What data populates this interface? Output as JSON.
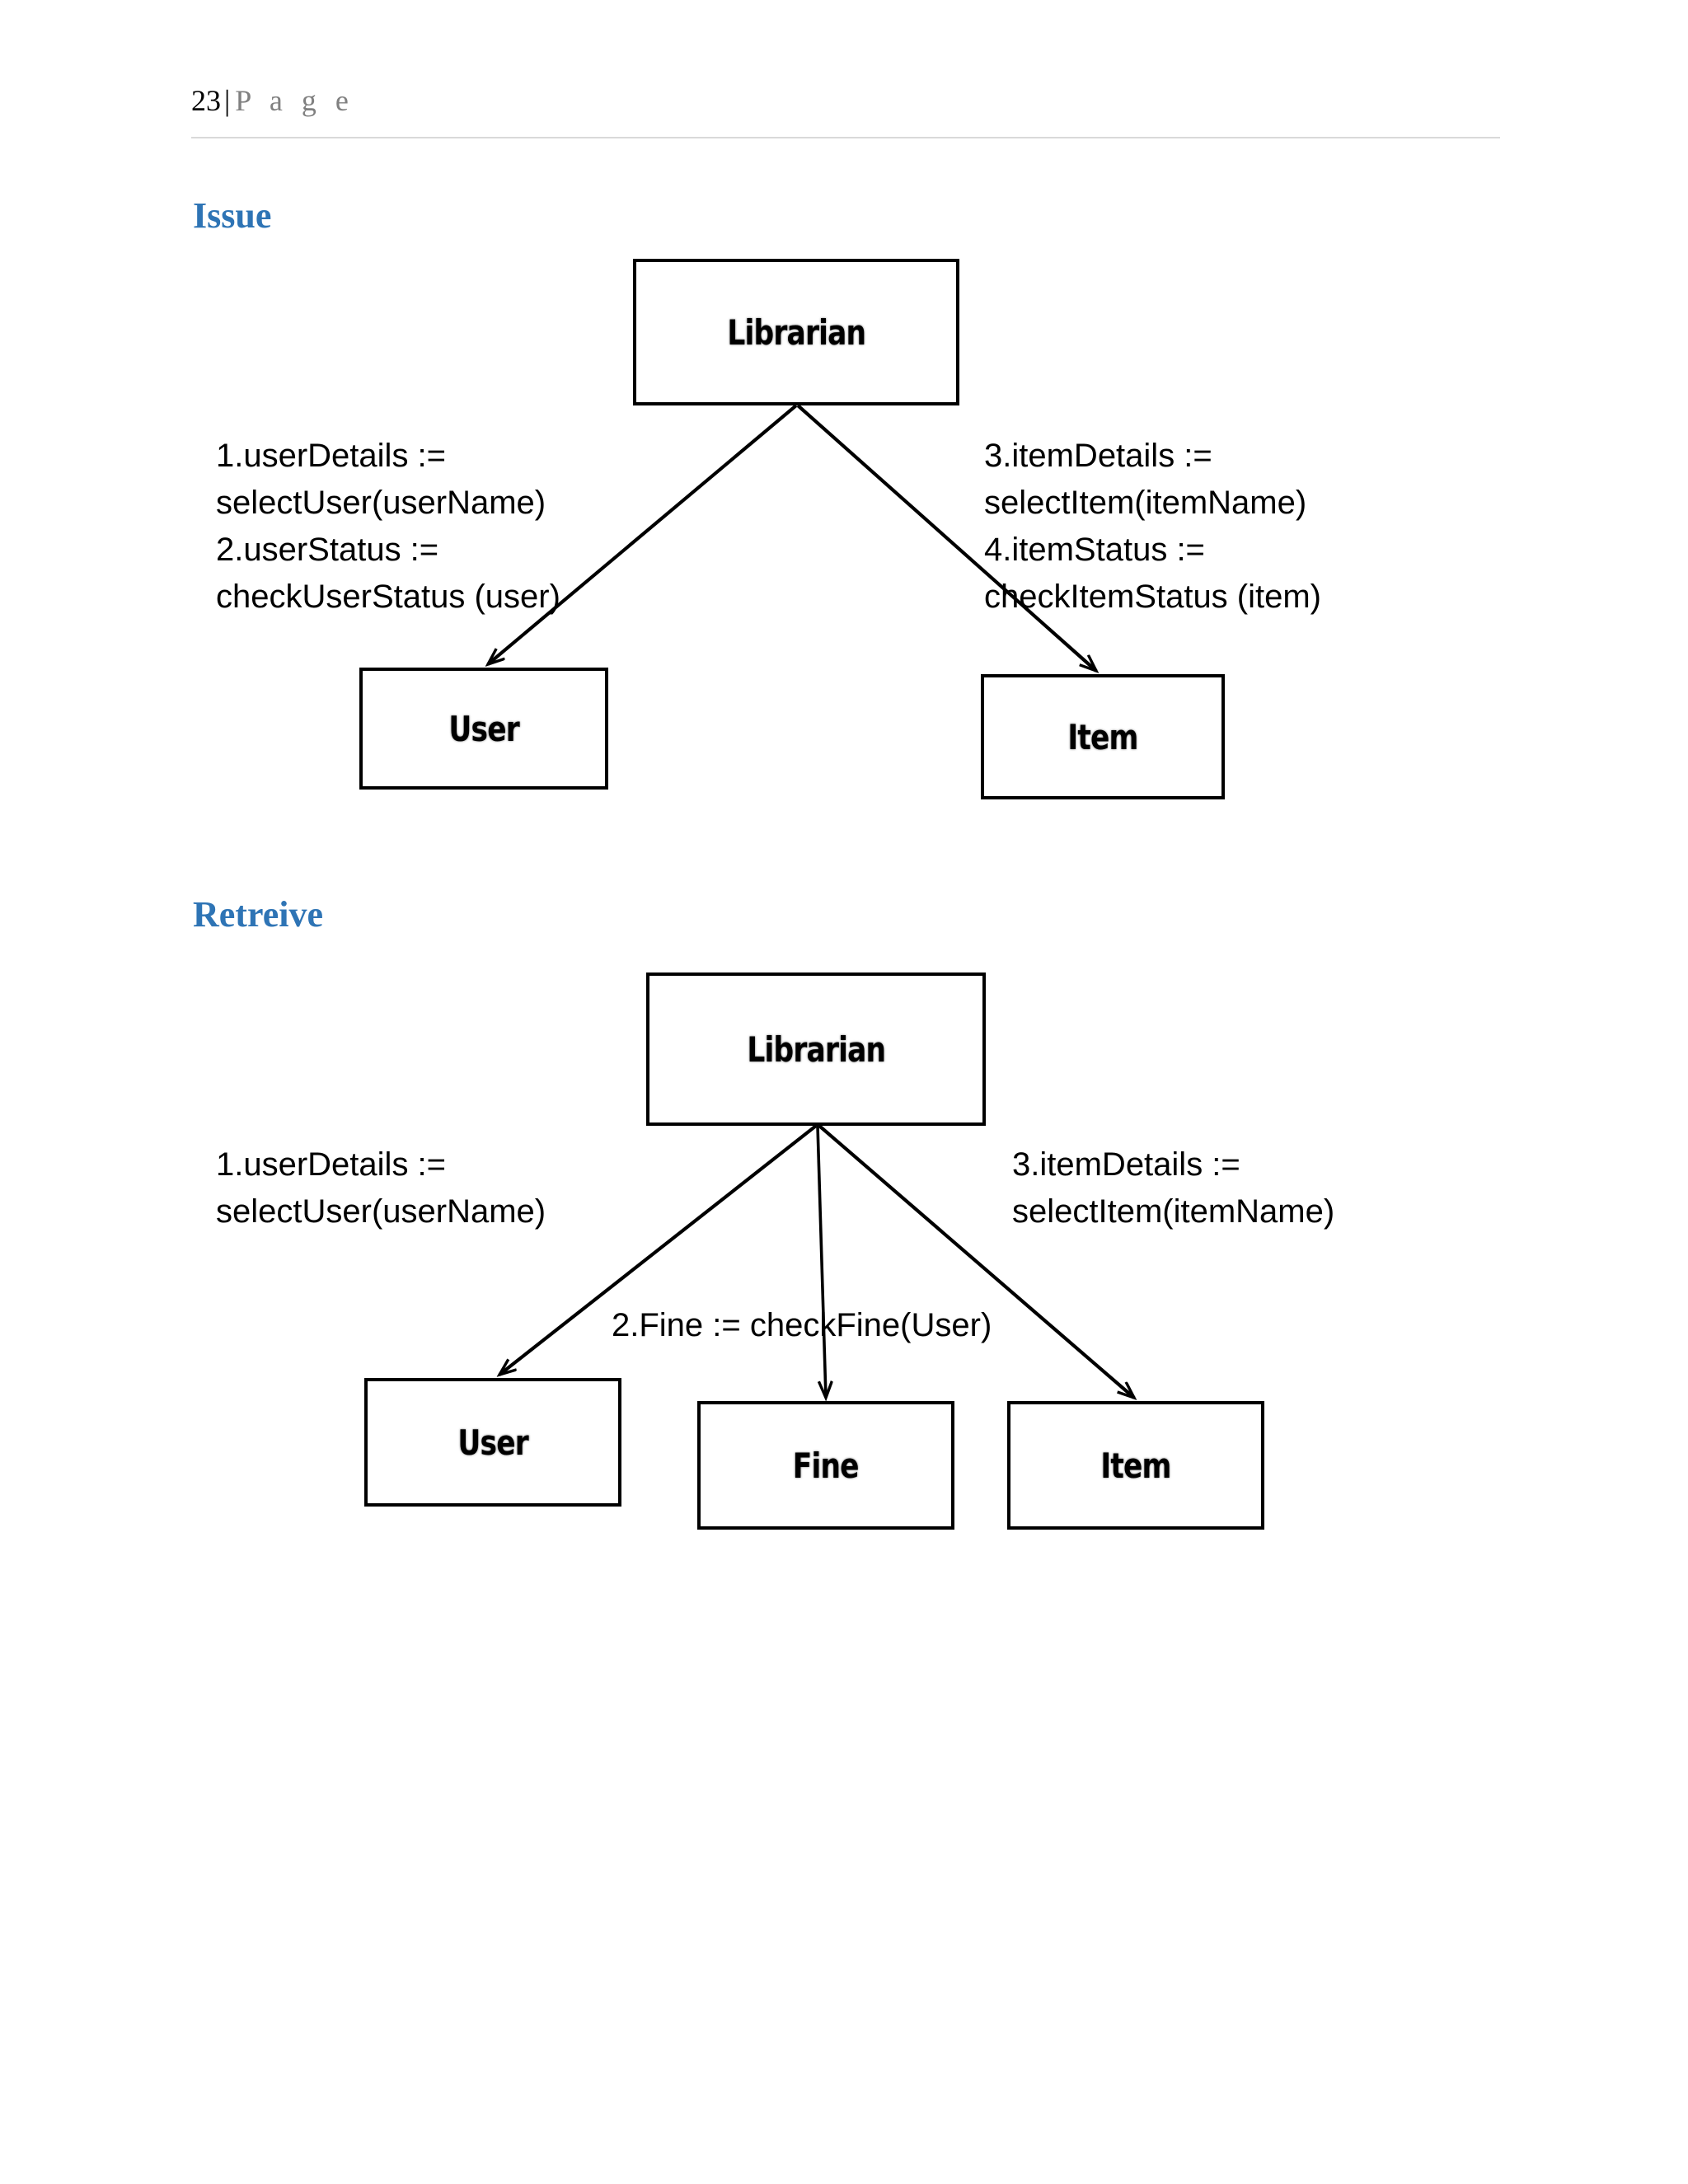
{
  "header": {
    "page_number": "23",
    "separator": "|",
    "page_word": "P a g e"
  },
  "sections": [
    {
      "id": "issue",
      "heading": "Issue",
      "diagram": {
        "type": "collaboration-diagram",
        "nodes": [
          {
            "id": "librarian",
            "label": "Librarian"
          },
          {
            "id": "user",
            "label": "User"
          },
          {
            "id": "item",
            "label": "Item"
          }
        ],
        "messages": [
          {
            "seq": "1",
            "text": "1.userDetails :="
          },
          {
            "seq": "1",
            "text": "selectUser(userName)"
          },
          {
            "seq": "2",
            "text": "2.userStatus :="
          },
          {
            "seq": "2",
            "text": "checkUserStatus (user)"
          },
          {
            "seq": "3",
            "text": "3.itemDetails :="
          },
          {
            "seq": "3",
            "text": "selectItem(itemName)"
          },
          {
            "seq": "4",
            "text": "4.itemStatus :="
          },
          {
            "seq": "4",
            "text": "checkItemStatus (item)"
          }
        ],
        "note_left": "1.userDetails :=\nselectUser(userName)\n2.userStatus :=\ncheckUserStatus (user)",
        "note_right": "3.itemDetails :=\nselectItem(itemName)\n4.itemStatus :=\ncheckItemStatus (item)",
        "edges": [
          {
            "from": "librarian",
            "to": "user"
          },
          {
            "from": "librarian",
            "to": "item"
          }
        ]
      }
    },
    {
      "id": "retreive",
      "heading": "Retreive",
      "diagram": {
        "type": "collaboration-diagram",
        "nodes": [
          {
            "id": "librarian",
            "label": "Librarian"
          },
          {
            "id": "user",
            "label": "User"
          },
          {
            "id": "fine",
            "label": "Fine"
          },
          {
            "id": "item",
            "label": "Item"
          }
        ],
        "messages": [
          {
            "seq": "1",
            "text": "1.userDetails :="
          },
          {
            "seq": "1",
            "text": "selectUser(userName)"
          },
          {
            "seq": "2",
            "text": "2.Fine := checkFine(User)"
          },
          {
            "seq": "3",
            "text": "3.itemDetails :="
          },
          {
            "seq": "3",
            "text": "selectItem(itemName)"
          }
        ],
        "note_left": "1.userDetails :=\nselectUser(userName)",
        "note_right": "3.itemDetails :=\nselectItem(itemName)",
        "note_mid": "2.Fine := checkFine(User)",
        "edges": [
          {
            "from": "librarian",
            "to": "user"
          },
          {
            "from": "librarian",
            "to": "fine"
          },
          {
            "from": "librarian",
            "to": "item"
          }
        ]
      }
    }
  ],
  "colors": {
    "heading": "#2e74b5",
    "rule": "#d9d9d9",
    "page_word": "#808080",
    "stroke": "#000000"
  }
}
